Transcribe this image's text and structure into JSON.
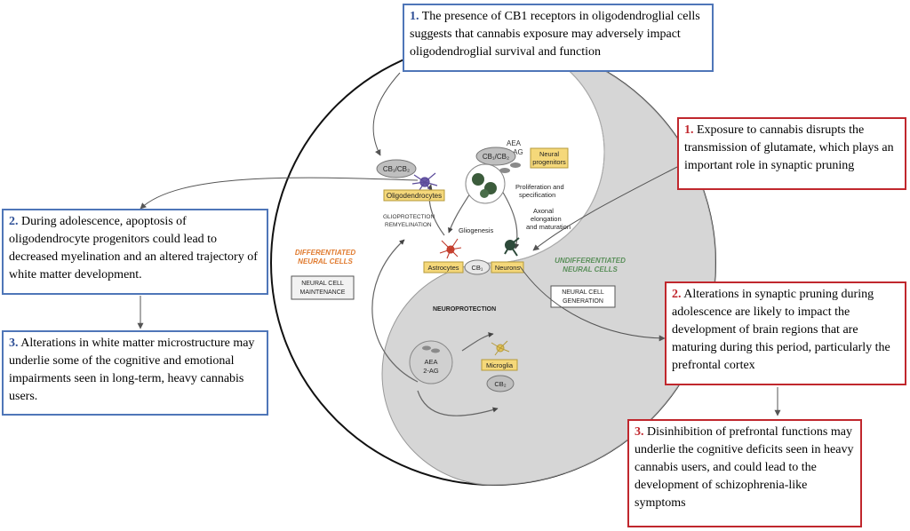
{
  "boxes": {
    "top_blue": {
      "num": "1.",
      "text": "The presence of CB1 receptors in oligodendroglial cells suggests that cannabis exposure may adversely impact oligodendroglial survival and function"
    },
    "left_blue_2": {
      "num": "2.",
      "text": "During adolescence, apoptosis of oligodendrocyte progenitors could lead to decreased myelination and an altered trajectory of white matter development."
    },
    "left_blue_3": {
      "num": "3.",
      "text": "Alterations in white matter microstructure may underlie some of the cognitive and emotional impairments seen in long-term, heavy cannabis users."
    },
    "right_red_1": {
      "num": "1.",
      "text": "Exposure to cannabis disrupts the transmission of glutamate, which plays an important role in synaptic pruning"
    },
    "right_red_2": {
      "num": "2.",
      "text": "Alterations in synaptic pruning during adolescence are likely to impact the development of brain regions that are maturing during this period, particularly the prefrontal cortex"
    },
    "right_red_3": {
      "num": "3.",
      "text": "Disinhibition of prefrontal functions may underlie the cognitive deficits seen in heavy cannabis users, and could lead to the development of schizophrenia-like symptoms"
    }
  },
  "diagram": {
    "aea_top": "AEA",
    "twoag_top": "2-AG",
    "cb1cb2_left": "CB₁/CB₂",
    "cb1cb2_right": "CB₁/CB₂",
    "neural_progenitors_1": "Neural",
    "neural_progenitors_2": "progenitors",
    "oligodendrocytes": "Oligodendrocytes",
    "proliferation_1": "Proliferation and",
    "proliferation_2": "specification",
    "axonal_1": "Axonal",
    "axonal_2": "elongation",
    "axonal_3": "and maturation",
    "glioprotection_1": "GLIOPROTECTION",
    "glioprotection_2": "REMYELINATION",
    "gliogenesis": "Gliogenesis",
    "differentiated_1": "DIFFERENTIATED",
    "differentiated_2": "NEURAL CELLS",
    "undifferentiated_1": "UNDIFFERENTIATED",
    "undifferentiated_2": "NEURAL CELLS",
    "astrocytes": "Astrocytes",
    "cb1_center": "CB₁",
    "neurons": "Neurons",
    "maintenance_1": "NEURAL CELL",
    "maintenance_2": "MAINTENANCE",
    "generation_1": "NEURAL CELL",
    "generation_2": "GENERATION",
    "neuroprotection": "NEUROPROTECTION",
    "aea_bottom": "AEA",
    "twoag_bottom": "2-AG",
    "microglia": "Microglia",
    "cb2": "CB₂"
  },
  "colors": {
    "blue_border": "#4f76b8",
    "red_border": "#c0272d",
    "orange_label": "#e07a2e",
    "green_label": "#5a8f5a",
    "circle_shade": "#d6d6d6",
    "yellow_tag": "#f5d87a"
  }
}
